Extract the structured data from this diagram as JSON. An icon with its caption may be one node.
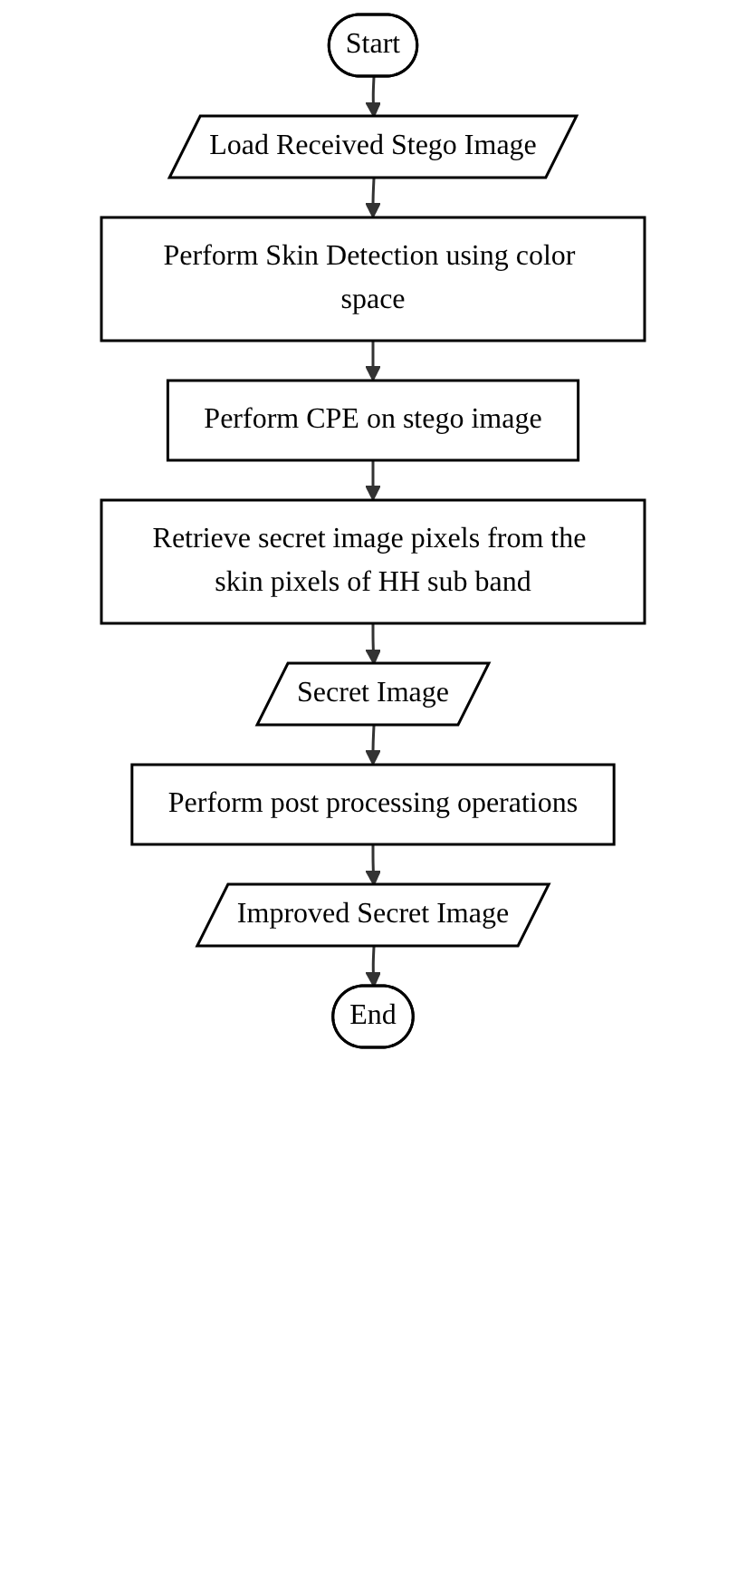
{
  "diagram": {
    "nodes": [
      {
        "text": [
          "Start"
        ]
      },
      {
        "text": [
          "Load Received Stego Image"
        ]
      },
      {
        "text": [
          "Perform Skin Detection using color space"
        ]
      },
      {
        "text": [
          "Perform CPE on stego image"
        ]
      },
      {
        "text": [
          "Retrieve secret image pixels from the skin pixels of HH sub band"
        ]
      },
      {
        "text": [
          "Secret Image"
        ]
      },
      {
        "text": [
          "Perform post processing operations"
        ]
      },
      {
        "text": [
          "Improved Secret Image"
        ]
      },
      {
        "text": [
          "End"
        ]
      }
    ],
    "edges": [
      {
        "from": 0,
        "to": 1,
        "arrow": "to"
      },
      {
        "from": 1,
        "to": 2,
        "arrow": "to"
      },
      {
        "from": 2,
        "to": 3,
        "arrow": "to"
      },
      {
        "from": 3,
        "to": 4,
        "arrow": "to"
      },
      {
        "from": 4,
        "to": 5,
        "arrow": "to"
      },
      {
        "from": 5,
        "to": 6,
        "arrow": "to"
      },
      {
        "from": 6,
        "to": 7,
        "arrow": "to"
      },
      {
        "from": 7,
        "to": 8,
        "arrow": "to"
      }
    ]
  }
}
